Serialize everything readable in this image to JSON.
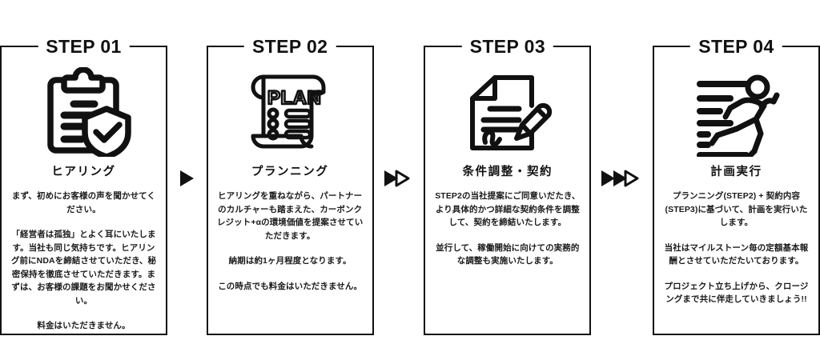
{
  "steps": [
    {
      "label": "STEP 01",
      "icon": "clipboard-shield-check-icon",
      "title": "ヒアリング",
      "paragraphs": [
        "まず、初めにお客様の声を聞かせてください。",
        "「経営者は孤独」とよく耳にいたします。当社も同じ気持ちです。ヒアリング前にNDAを締結させていただき、秘密保持を徹底させていただきます。まずは、お客様の課題をお聞かせください。",
        "料金はいただきません。"
      ]
    },
    {
      "label": "STEP 02",
      "icon": "plan-scroll-checklist-icon",
      "icon_text": "PLAN",
      "title": "プランニング",
      "paragraphs": [
        "ヒアリングを重ねながら、パートナーのカルチャーも踏まえた、カーボンクレジット+αの環境価値を提案させていただきます。",
        "納期は約1ヶ月程度となります。",
        "この時点でも料金はいただきません。"
      ]
    },
    {
      "label": "STEP 03",
      "icon": "contract-signature-pen-icon",
      "title": "条件調整・契約",
      "paragraphs": [
        "STEP2の当社提案にご同意いだたき、より具体的かつ詳細な契約条件を調整して、契約を締結いたします。",
        "並行して、稼働開始に向けての実務的な調整も実施いたします。"
      ]
    },
    {
      "label": "STEP 04",
      "icon": "running-person-icon",
      "title": "計画実行",
      "paragraphs": [
        "プランニング(STEP2) + 契約内容(STEP3)に基づいて、計画を実行いたします。",
        "当社はマイルストーン毎の定額基本報酬とさせていただたいております。",
        "プロジェクト立ち上げから、クロージングまで共に伴走していきましょう!!"
      ]
    }
  ],
  "connectors": [
    {
      "name": "arrow-single",
      "filled": 1,
      "outline": 0
    },
    {
      "name": "arrow-double",
      "filled": 1,
      "outline": 1
    },
    {
      "name": "arrow-triple",
      "filled": 2,
      "outline": 1
    }
  ],
  "colors": {
    "ink": "#111111",
    "background": "#ffffff",
    "body_text": "#1a1a1a"
  }
}
